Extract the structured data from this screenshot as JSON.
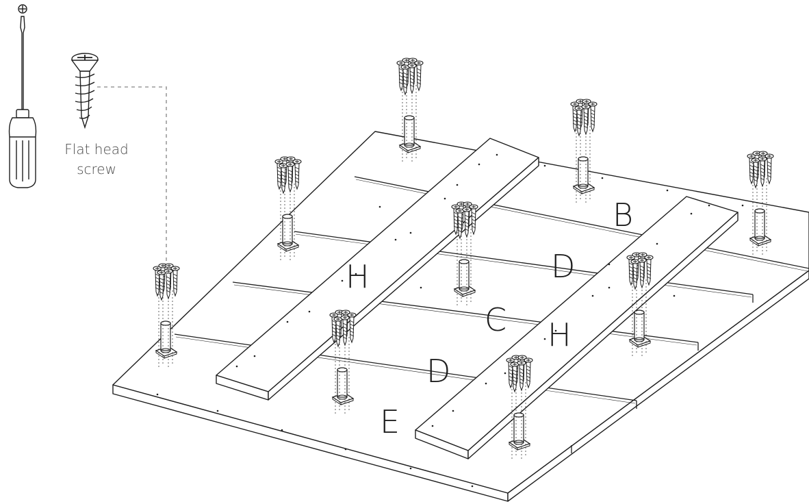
{
  "screw_label": {
    "line1": "Flat head",
    "line2": "screw"
  },
  "tool_icon": "phillips-screwdriver-icon",
  "screw_icon": "flat-head-screw-icon",
  "parts": [
    {
      "id": "part-b",
      "letter": "B"
    },
    {
      "id": "part-d-upper",
      "letter": "D"
    },
    {
      "id": "part-h-left",
      "letter": "H"
    },
    {
      "id": "part-c",
      "letter": "C"
    },
    {
      "id": "part-h-right",
      "letter": "H"
    },
    {
      "id": "part-d-lower",
      "letter": "D"
    },
    {
      "id": "part-e",
      "letter": "E"
    }
  ],
  "leg_post_count": 9,
  "colors": {
    "line": "#1e1e1e",
    "panel": "#ffffff",
    "leader": "#9a9a9a"
  }
}
